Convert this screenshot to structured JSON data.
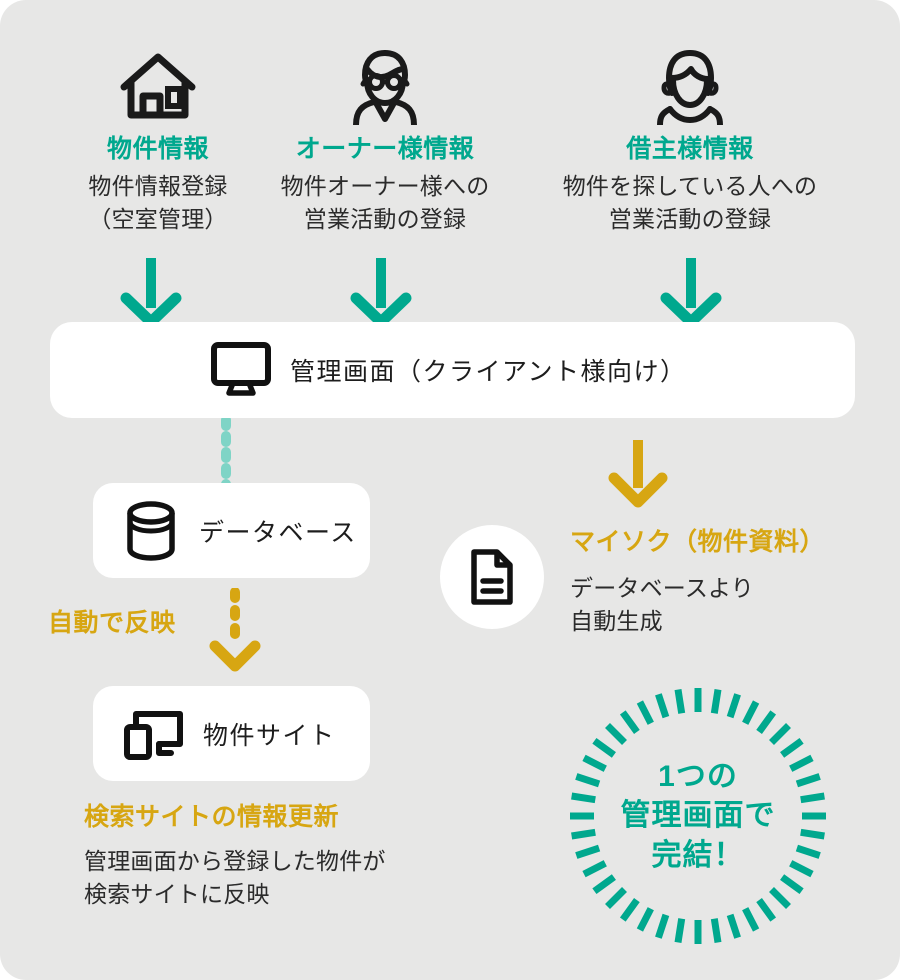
{
  "theme": {
    "background": "#e7e7e6",
    "card": "#ffffff",
    "teal": "#00a88e",
    "teal_light": "#7fd4c6",
    "gold": "#d7a612",
    "ink": "#1d1d1d",
    "body_ink": "#2b2b2b"
  },
  "sources": [
    {
      "icon": "house-icon",
      "title": "物件情報",
      "desc_line1": "物件情報登録",
      "desc_line2": "（空室管理）"
    },
    {
      "icon": "owner-person-icon",
      "title": "オーナー様情報",
      "desc_line1": "物件オーナー様への",
      "desc_line2": "営業活動の登録"
    },
    {
      "icon": "tenant-person-icon",
      "title": "借主様情報",
      "desc_line1": "物件を探している人への",
      "desc_line2": "営業活動の登録"
    }
  ],
  "admin_bar": {
    "icon": "monitor-icon",
    "label": "管理画面（クライアント様向け）"
  },
  "database_card": {
    "icon": "database-icon",
    "label": "データベース"
  },
  "auto_reflect": {
    "label": "自動で反映"
  },
  "property_site_card": {
    "icon": "devices-icon",
    "label": "物件サイト"
  },
  "property_site_note": {
    "title": "検索サイトの情報更新",
    "desc_line1": "管理画面から登録した物件が",
    "desc_line2": "検索サイトに反映"
  },
  "mysoku": {
    "icon": "document-icon",
    "title": "マイソク（物件資料）",
    "desc_line1": "データベースより",
    "desc_line2": "自動生成"
  },
  "badge": {
    "line1": "1つの",
    "line2": "管理画面で",
    "line3": "完結！"
  }
}
